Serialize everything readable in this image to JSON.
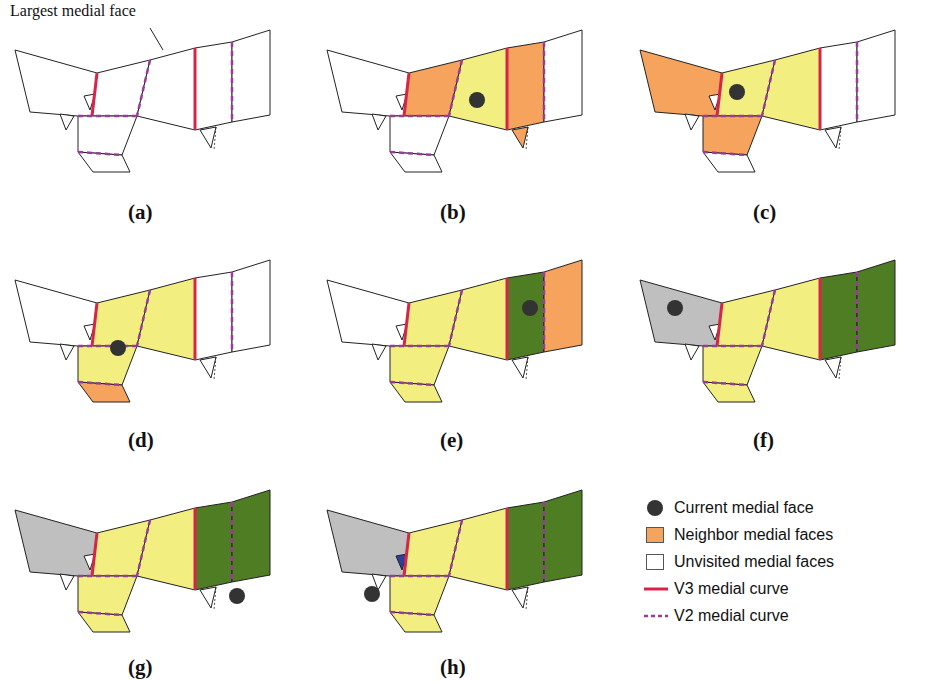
{
  "diagram": {
    "labels": [
      "Largest medial face",
      "(a)",
      "(b)",
      "(c)",
      "(d)",
      "(e)",
      "(f)",
      "(g)",
      "(h)"
    ],
    "legend": [
      {
        "text": "Current medial face"
      },
      {
        "text": "Neighbor medial faces",
        "color": "#F6A35E"
      },
      {
        "text": "Unvisited medial faces",
        "color": "#FFFFFF"
      },
      {
        "text": "V3 medial curve"
      },
      {
        "text": "V2 medial curve"
      }
    ]
  }
}
